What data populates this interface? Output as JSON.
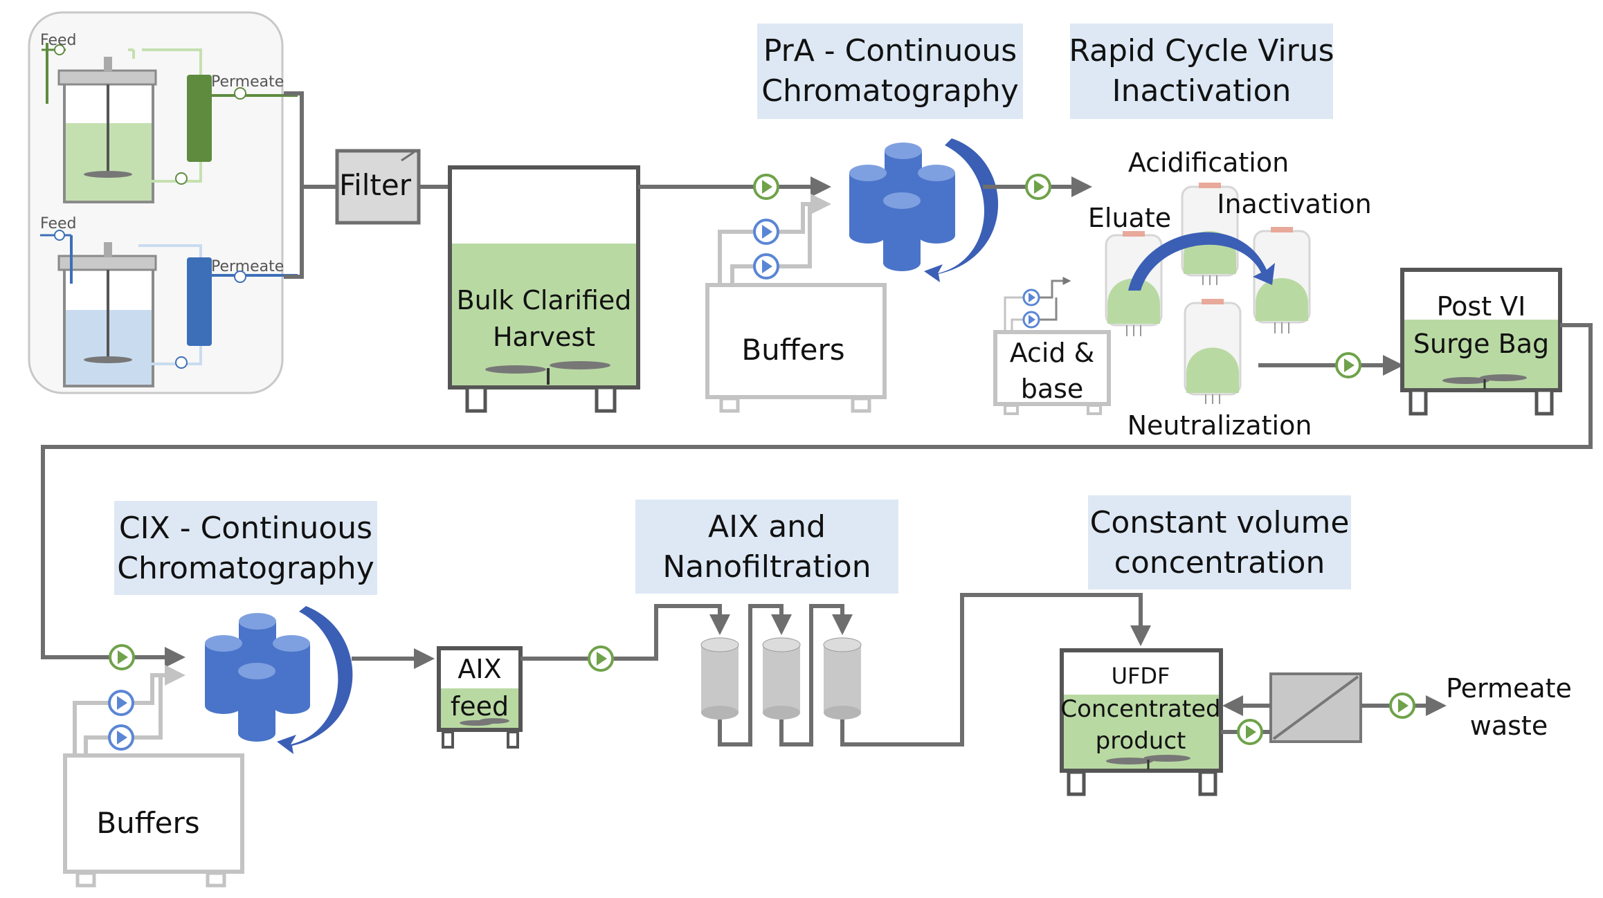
{
  "colors": {
    "pipe": "#6e6e6e",
    "pipe_light": "#c3c3c3",
    "liquid_green": "#b9d9a3",
    "liquid_blue": "#c9dcef",
    "column_blue": "#4a74c9",
    "column_blue_light": "#7fa0e0",
    "arrow_blue": "#3b5fb5",
    "label_bg": "#dde8f4",
    "pump_green": "#6fa24a",
    "pump_blue": "#5a86d4",
    "cartridge_gray": "#c8c8c8",
    "green_dark": "#5e8b3e",
    "blue_dark": "#3d6fb8"
  },
  "bioreactors": {
    "top": {
      "feed_label": "Feed",
      "permeate_label": "Permeate"
    },
    "bottom": {
      "feed_label": "Feed",
      "permeate_label": "Permeate"
    }
  },
  "filter": {
    "label": "Filter"
  },
  "harvest_tank": {
    "line1": "Bulk Clarified",
    "line2": "Harvest"
  },
  "pra_section": {
    "line1": "PrA - Continuous",
    "line2": "Chromatography"
  },
  "buffers_top": {
    "label": "Buffers"
  },
  "vi_section": {
    "title_line1": "Rapid Cycle Virus",
    "title_line2": "Inactivation",
    "acidification": "Acidification",
    "eluate": "Eluate",
    "inactivation": "Inactivation",
    "neutralization": "Neutralization",
    "acid_base_line1": "Acid &",
    "acid_base_line2": "base"
  },
  "surge_bag": {
    "line1": "Post VI",
    "line2": "Surge Bag"
  },
  "cix_section": {
    "line1": "CIX - Continuous",
    "line2": "Chromatography"
  },
  "buffers_bottom": {
    "label": "Buffers"
  },
  "aix_feed": {
    "line1": "AIX",
    "line2": "feed"
  },
  "aix_nf": {
    "line1": "AIX and",
    "line2": "Nanofiltration"
  },
  "cvc": {
    "line1": "Constant volume",
    "line2": "concentration"
  },
  "ufdf": {
    "line1": "UFDF",
    "line2": "Concentrated",
    "line3": "product"
  },
  "permeate_waste": {
    "line1": "Permeate",
    "line2": "waste"
  }
}
